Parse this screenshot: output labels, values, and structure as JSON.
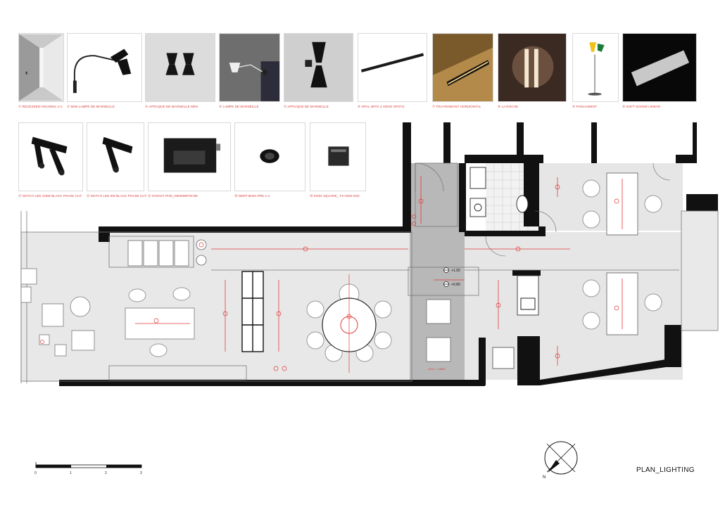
{
  "fixtures_row1": [
    {
      "num": "1",
      "label": "RECESSED HOUSING 4 C"
    },
    {
      "num": "2",
      "label": "MINI LAMPE DE MARSEILLE"
    },
    {
      "num": "3",
      "label": "APPLIQUE DE MARSEILLE MINI"
    },
    {
      "num": "4",
      "label": "LAMPE DE MARSEILLE"
    },
    {
      "num": "5",
      "label": "APPLIQUE DE MARSEILLE"
    },
    {
      "num": "6",
      "label": "OPAL WITH 2 CENO SPOTS"
    },
    {
      "num": "7",
      "label": "TRU PENDANT HORIZONTAL"
    },
    {
      "num": "8",
      "label": "LA ROCHE"
    },
    {
      "num": "9",
      "label": "PARLIAMENT"
    },
    {
      "num": "10",
      "label": "SOFT SOUND LINEAR"
    }
  ],
  "fixtures_row2": [
    {
      "num": "11",
      "label": "MATCH LED 2x6W BLACK PHASE CUT"
    },
    {
      "num": "12",
      "label": "MATCH LED 6W BLACK PHASE CUT"
    },
    {
      "num": "13",
      "label": "IGHOST IP30_G8O8WIP30 BK"
    },
    {
      "num": "14",
      "label": "DEEP BUDI IP55 1.0"
    },
    {
      "num": "15",
      "label": "INOD SQUARE_ FX-0250-N33"
    }
  ],
  "plan": {
    "levels": [
      "+1.00",
      "+0.80"
    ],
    "dimension": "2/13 = 1.6800"
  },
  "scale": {
    "ticks": [
      "0",
      "1",
      "2",
      "3"
    ]
  },
  "north_label": "N",
  "title": "PLAN_LIGHTING",
  "colors": {
    "accent_red": "#e03a3a",
    "wall": "#111111",
    "floor_grey": "#e3e3e3",
    "corridor_grey": "#b9b9b9"
  }
}
